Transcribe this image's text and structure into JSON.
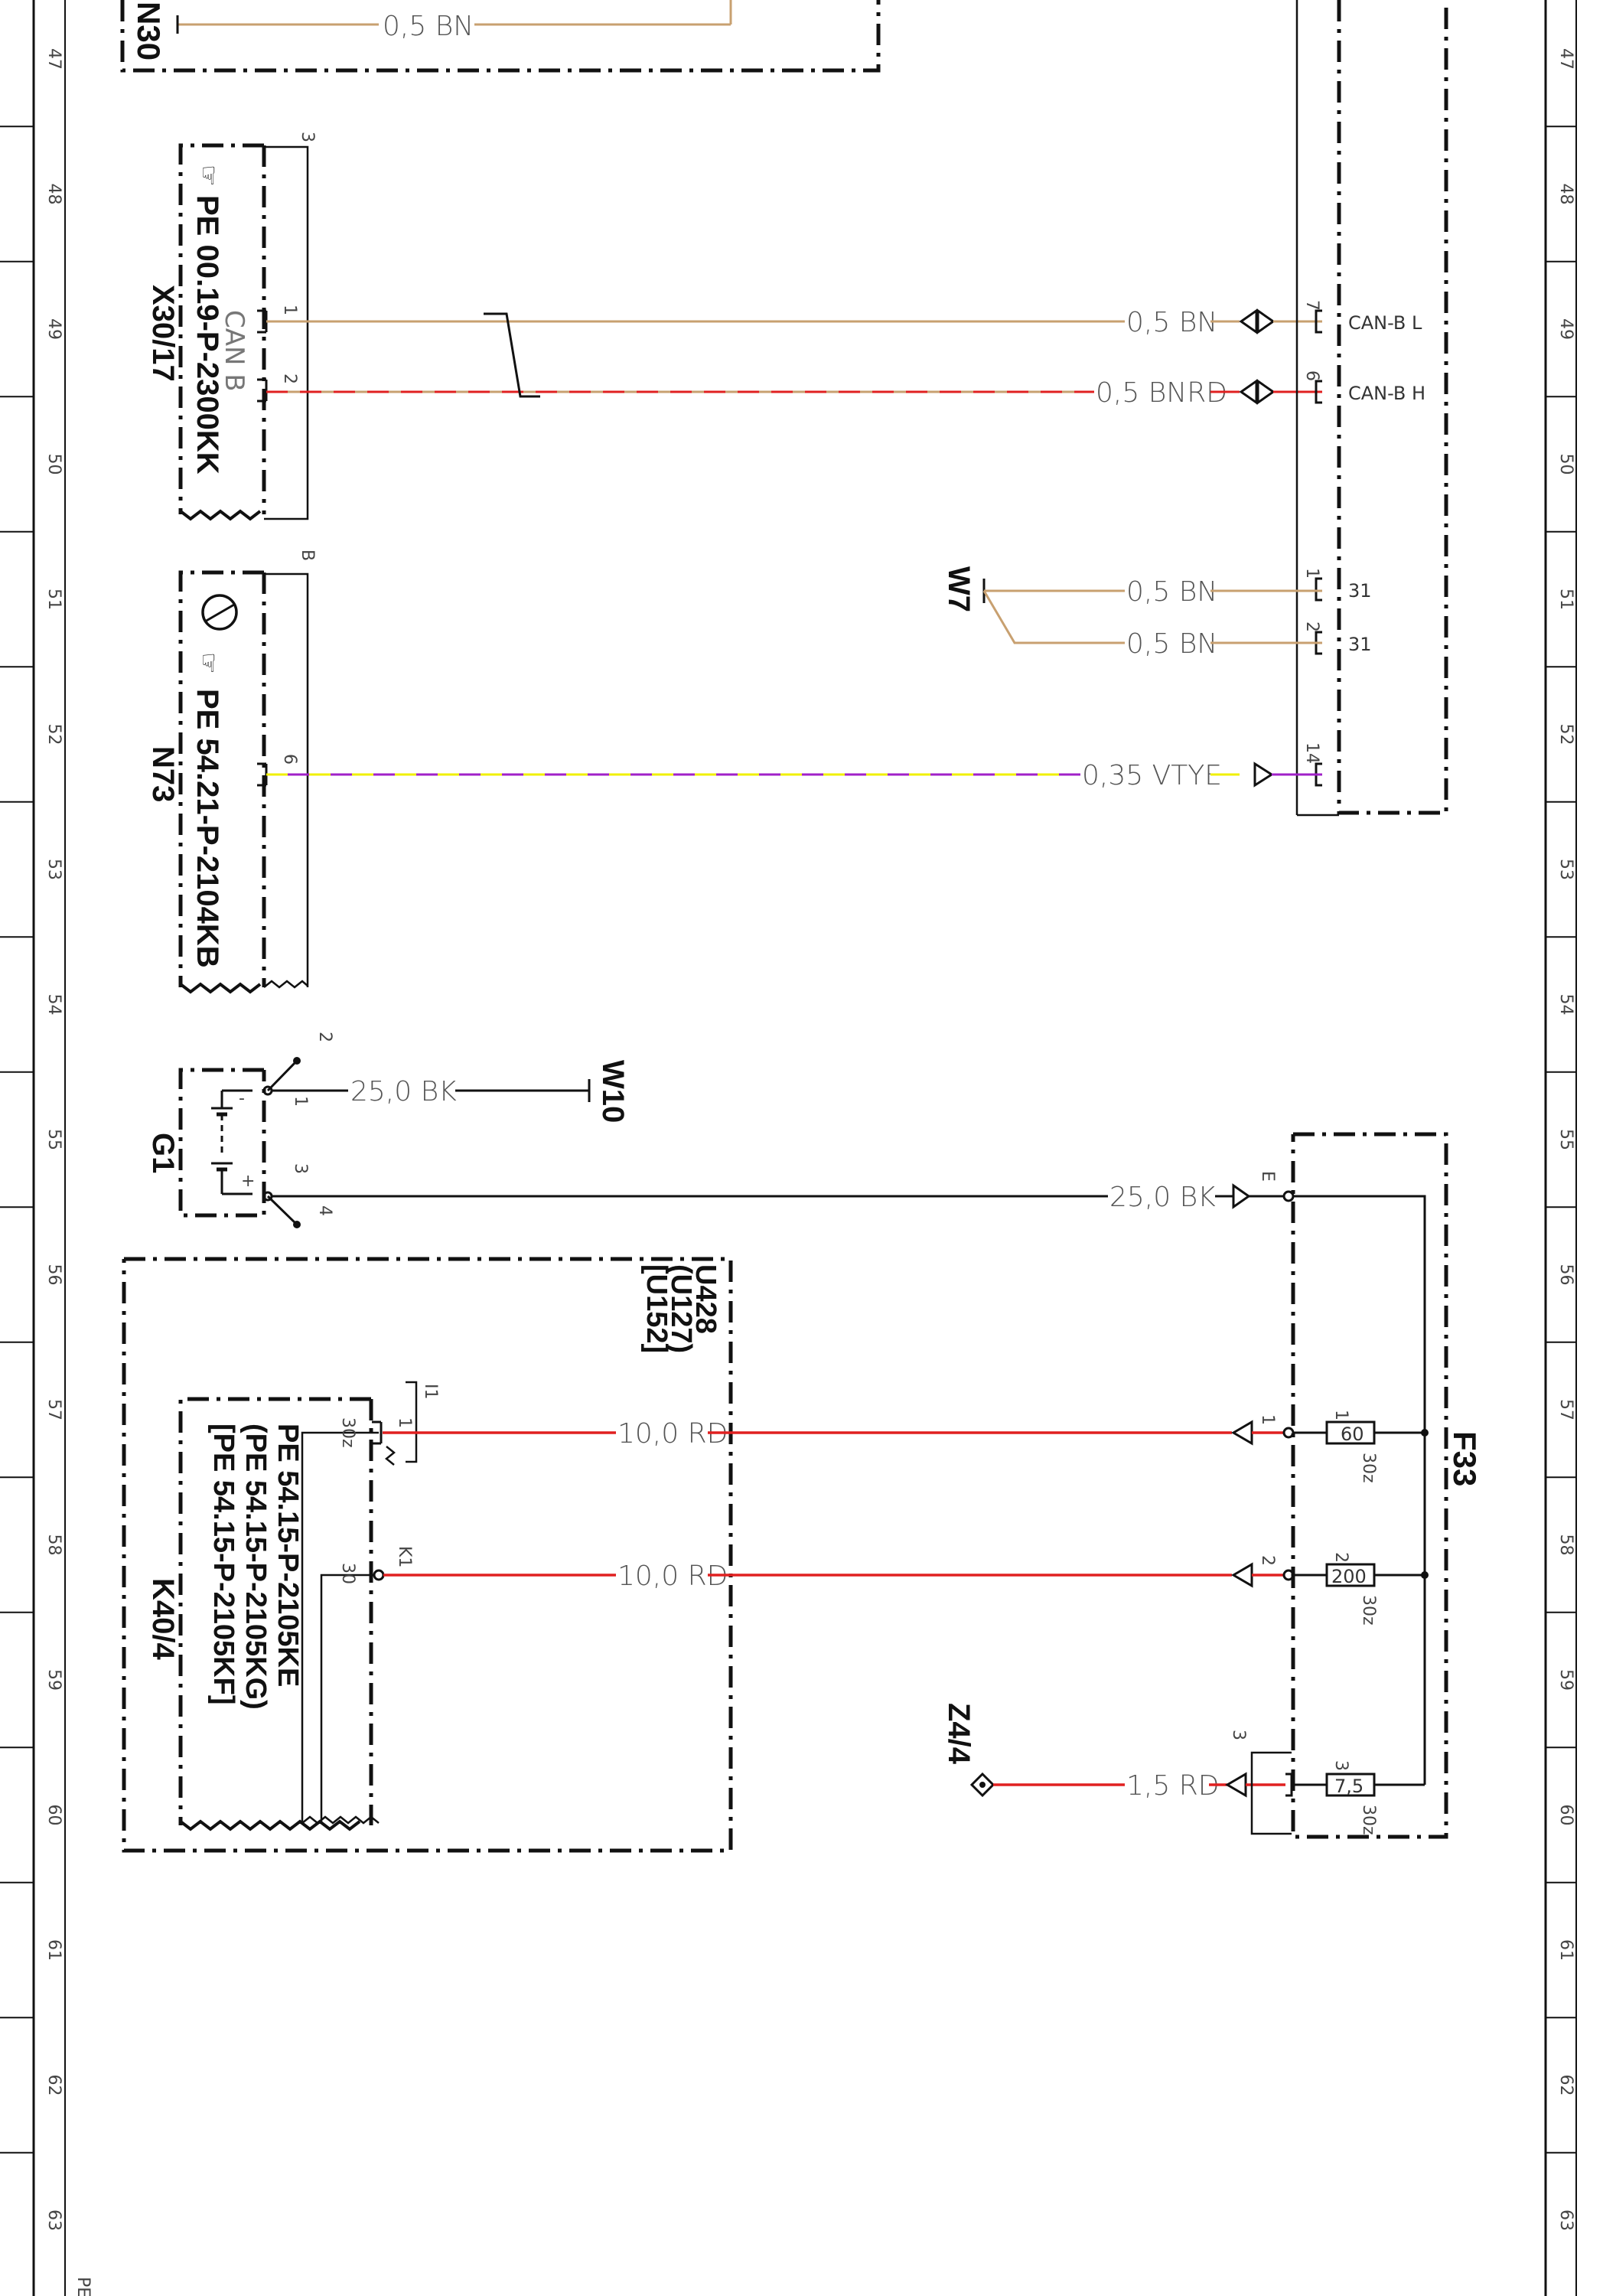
{
  "ruler": {
    "rows": [
      "47",
      "48",
      "49",
      "50",
      "51",
      "52",
      "53",
      "54",
      "55",
      "56",
      "57",
      "58",
      "59",
      "60",
      "61",
      "62",
      "63"
    ],
    "page_code": "PE"
  },
  "components": {
    "n30": "N30",
    "x30_17": "X30/17",
    "x30_17_ref": "PE 00.19-P-2300KK",
    "x30_17_conn": "CAN B",
    "n73": "N73",
    "n73_ref": "PE 54.21-P-2104KB",
    "g1": "G1",
    "w10": "W10",
    "w7": "W7",
    "u_codes": [
      "U428",
      "(U127)",
      "[U152]"
    ],
    "k40_4": "K40/4",
    "k40_4_refs": [
      "PE 54.15-P-2105KE",
      "(PE 54.15-P-2105KG)",
      "[PE 54.15-P-2105KF]"
    ],
    "f33": "F33",
    "z4_4": "Z4/4"
  },
  "wires": {
    "top": "0,5 BN",
    "can_l": "0,5 BN",
    "can_h": "0,5 BNRD",
    "w7_a": "0,5 BN",
    "w7_b": "0,5 BN",
    "vtye": "0,35 VTYE",
    "g1_w10": "25,0 BK",
    "g1_f33": "25,0 BK",
    "k1": "10,0 RD",
    "k2": "10,0 RD",
    "z4": "1,5 RD"
  },
  "pins": {
    "x30_box": "3",
    "x30_p1": "1",
    "x30_p2": "2",
    "n73_box": "B",
    "n73_p6": "6",
    "g1_p1": "1",
    "g1_p2": "2",
    "g1_p3": "3",
    "g1_p4": "4",
    "g1_plus": "+",
    "g1_minus": "-",
    "k_i1": "I1",
    "k_i1_1": "1",
    "k_k1": "K1",
    "k_30z": "30z",
    "k_30": "30",
    "r_p7": "7",
    "r_p6": "6",
    "r_p1": "1",
    "r_p2": "2",
    "r_p14": "14",
    "f_e": "E",
    "f_p1": "1",
    "f_p2": "2",
    "f_p3": "3",
    "f_z3": "3"
  },
  "signals": {
    "can_l": "CAN-B L",
    "can_h": "CAN-B H",
    "gnd1": "31",
    "gnd2": "31"
  },
  "fuses": [
    {
      "pin": "1",
      "rating": "60",
      "tag": "30z"
    },
    {
      "pin": "2",
      "rating": "200",
      "tag": "30z"
    },
    {
      "pin": "3",
      "rating": "7,5",
      "tag": "30z"
    }
  ],
  "colors": {
    "BN": "#c8a070",
    "RD": "#e02020",
    "BK": "#111111",
    "VT": "#a020c8",
    "YE": "#f0f000"
  }
}
